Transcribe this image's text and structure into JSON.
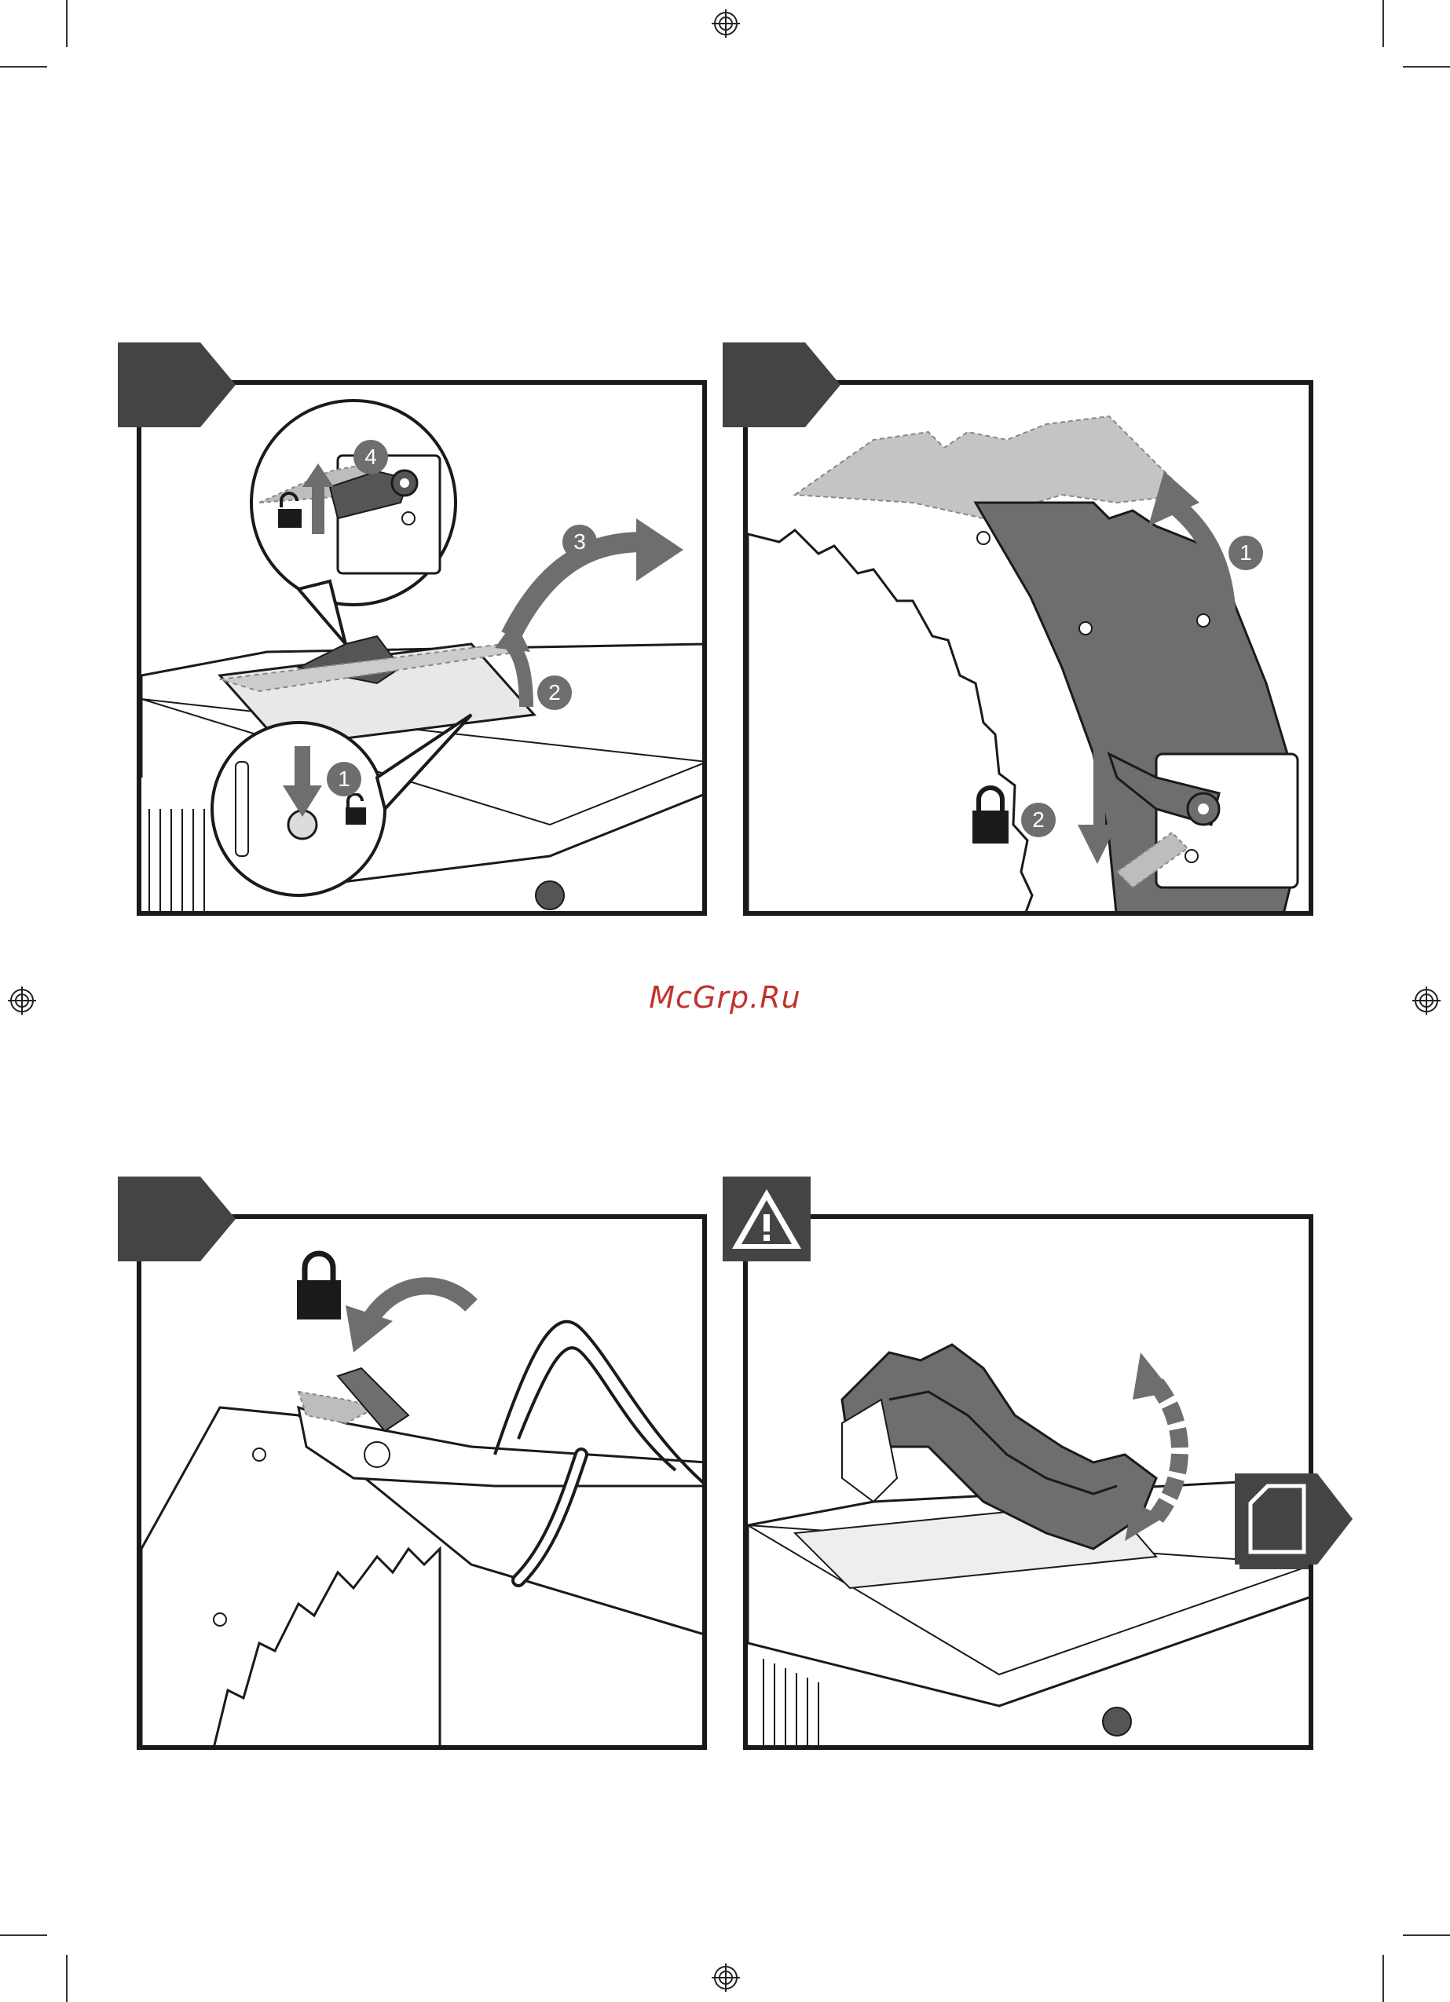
{
  "watermark": "McGrp.Ru",
  "panels": [
    {
      "id": "panel-top-left",
      "steps": [
        "1",
        "2",
        "3",
        "4"
      ],
      "icons": [
        "arrow-down-icon",
        "unlock-icon",
        "arrow-up-icon",
        "arrow-curved-icon"
      ]
    },
    {
      "id": "panel-top-right",
      "steps": [
        "1",
        "2"
      ],
      "icons": [
        "arrow-curved-up-icon",
        "lock-icon",
        "arrow-down-icon"
      ]
    },
    {
      "id": "panel-bottom-left",
      "icons": [
        "lock-icon",
        "arrow-curved-left-icon"
      ]
    },
    {
      "id": "panel-bottom-right",
      "icons": [
        "warning-icon",
        "arrow-double-curved-icon",
        "page-reference-icon"
      ]
    }
  ],
  "colors": {
    "tab": "#444444",
    "border": "#1a1a1a",
    "step_circle": "#6e6e6e",
    "watermark": "#c0332b"
  }
}
